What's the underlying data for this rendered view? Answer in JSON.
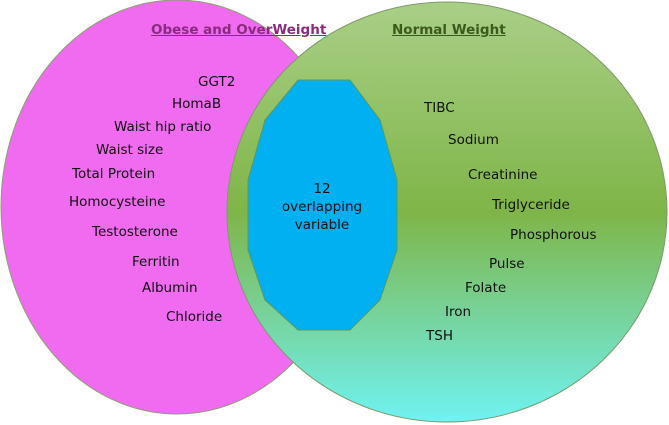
{
  "left_set": {
    "title": "Obese and OverWeight",
    "title_color": "#8a2b7f",
    "fill": "#f06bf0",
    "items": [
      "GGT2",
      "HomaB",
      "Waist hip ratio",
      "Waist size",
      "Total Protein",
      "Homocysteine",
      "Testosterone",
      "Ferritin",
      "Albumin",
      "Chloride"
    ]
  },
  "right_set": {
    "title": "Normal Weight",
    "title_color": "#3c5a1e",
    "fill_top": "#a9cf87",
    "fill_mid": "#7fb548",
    "fill_bottom": "#6ff2f2",
    "items": [
      "TIBC",
      "Sodium",
      "Creatinine",
      "Triglyceride",
      "Phosphorous",
      "Pulse",
      "Folate",
      "Iron",
      "TSH"
    ]
  },
  "overlap": {
    "line1": "12",
    "line2": "overlapping",
    "line3": "variable",
    "fill": "#00b0f0"
  }
}
